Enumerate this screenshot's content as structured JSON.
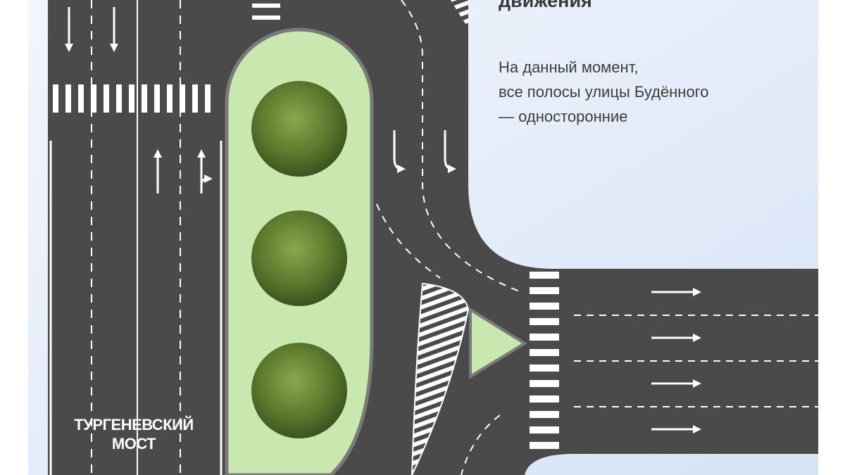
{
  "heading_fragment": "движения",
  "description": {
    "line1": "На данный момент,",
    "line2": "все полосы улицы Будённого",
    "line3": "— односторонние"
  },
  "road_label": {
    "line1": "ТУРГЕНЕВСКИЙ",
    "line2": "МОСТ"
  },
  "colors": {
    "road": "#4a4a4a",
    "median": "#c8e8b0",
    "background": "#e6eefa",
    "marking": "#ffffff",
    "text": "#3a3a3a"
  }
}
